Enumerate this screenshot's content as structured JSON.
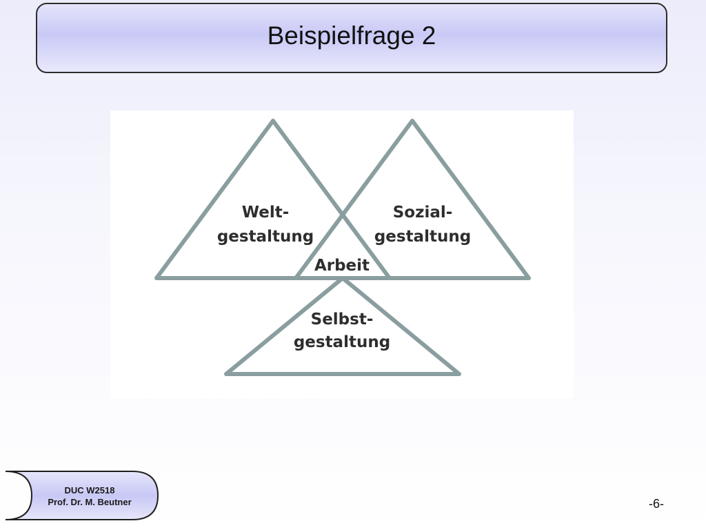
{
  "slide": {
    "title": "Beispielfrage 2",
    "page_number": "-6-"
  },
  "diagram": {
    "triangle_color": "#8a9ea0",
    "labels": {
      "welt_line1": "Welt-",
      "welt_line2": "gestaltung",
      "sozial_line1": "Sozial-",
      "sozial_line2": "gestaltung",
      "center": "Arbeit",
      "selbst_line1": "Selbst-",
      "selbst_line2": "gestaltung"
    }
  },
  "footer": {
    "course": "DUC W2518",
    "author": "Prof. Dr. M. Beutner"
  }
}
